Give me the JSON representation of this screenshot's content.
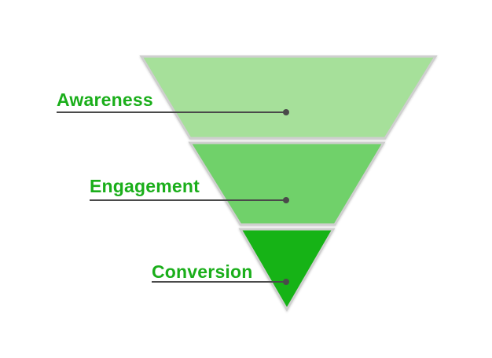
{
  "funnel": {
    "stages": [
      {
        "label": "Awareness",
        "fill": "#a6e09a"
      },
      {
        "label": "Engagement",
        "fill": "#6fd16a"
      },
      {
        "label": "Conversion",
        "fill": "#13b313"
      }
    ],
    "label_color": "#1aae1a",
    "outline_color": "#cfcfcf",
    "leader_color": "#4a4a4a"
  }
}
